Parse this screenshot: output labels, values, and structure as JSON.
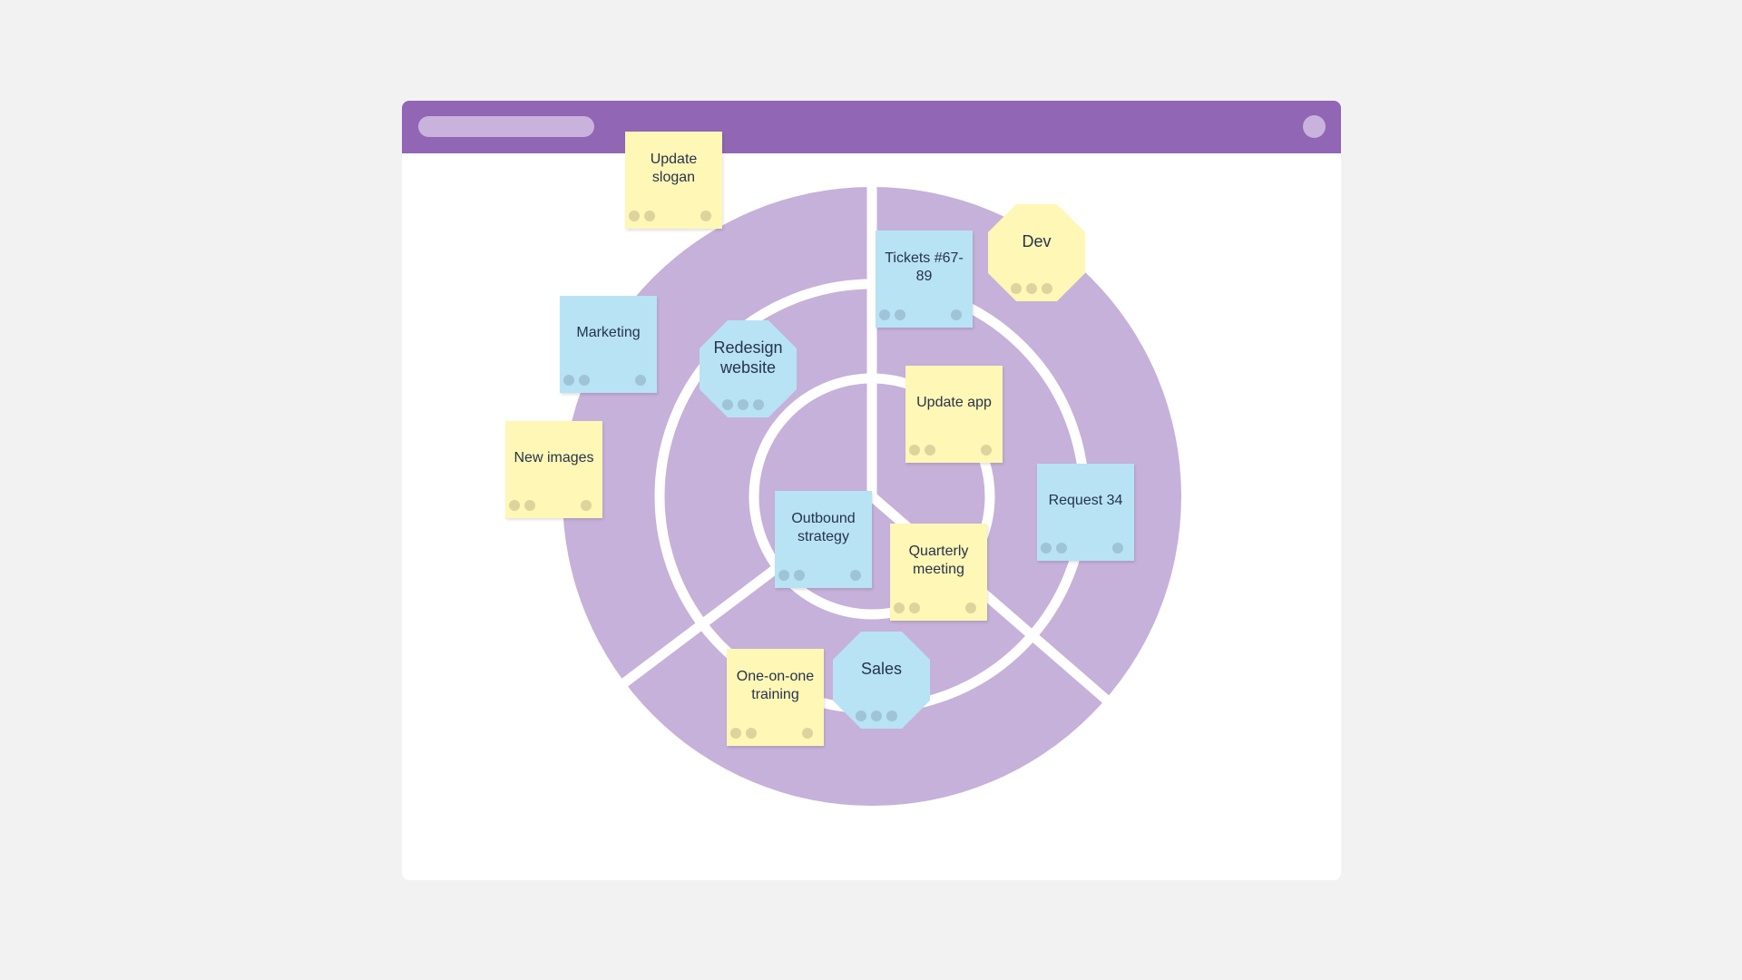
{
  "colors": {
    "background": "#f2f2f2",
    "titlebar": "#9166b5",
    "titlebar_accent": "#c9b3dd",
    "wheel": "#c6b1da",
    "divider": "#ffffff",
    "note_yellow": "#fff7b5",
    "note_blue": "#b8e3f4",
    "note_text": "#26334d"
  },
  "diagram": {
    "type": "concentric-wheel",
    "rings": 3,
    "sectors": 3,
    "hubs": [
      {
        "label": "Redesign website",
        "color": "blue",
        "shape": "octagon"
      },
      {
        "label": "Dev",
        "color": "yellow",
        "shape": "octagon"
      },
      {
        "label": "Sales",
        "color": "blue",
        "shape": "octagon"
      }
    ],
    "notes": [
      {
        "label": "Update slogan",
        "color": "yellow"
      },
      {
        "label": "Marketing",
        "color": "blue"
      },
      {
        "label": "New images",
        "color": "yellow"
      },
      {
        "label": "Tickets #67-89",
        "color": "blue"
      },
      {
        "label": "Update app",
        "color": "yellow"
      },
      {
        "label": "Request 34",
        "color": "blue"
      },
      {
        "label": "Outbound strategy",
        "color": "blue"
      },
      {
        "label": "Quarterly meeting",
        "color": "yellow"
      },
      {
        "label": "One-on-one training",
        "color": "yellow"
      }
    ]
  }
}
